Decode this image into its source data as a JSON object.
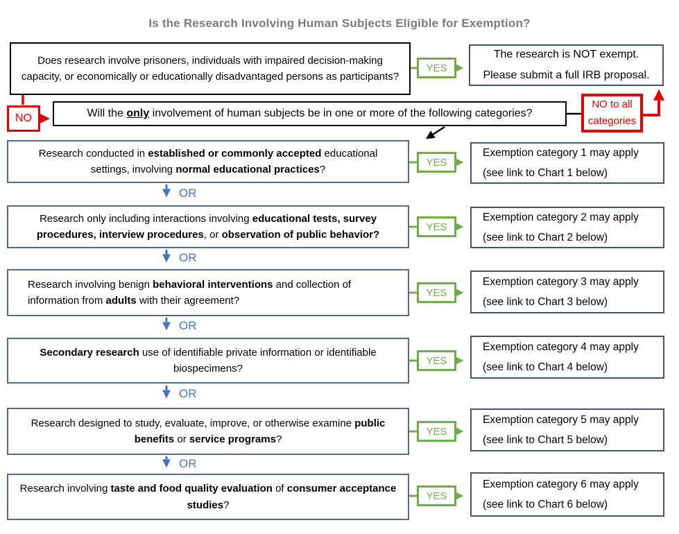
{
  "title": "Is the Research Involving Human Subjects Eligible for Exemption?",
  "labels": {
    "yes": "YES",
    "no": "NO",
    "or": "OR",
    "no_to_all": "NO to all categories"
  },
  "colors": {
    "red": "#e30000",
    "green": "#70ad47",
    "or_blue": "#4472c4",
    "question_border": "#50698c",
    "result_border": "#44546a",
    "title_gray": "#7b7b7b",
    "black": "#000000"
  },
  "top": {
    "screening_question": "Does research involve prisoners, individuals with impaired decision-making capacity, or economically or educationally disadvantaged persons as participants?",
    "not_exempt_line1": "The research is NOT exempt.",
    "not_exempt_line2": "Please submit a full IRB proposal.",
    "only_question": [
      {
        "t": "Will the "
      },
      {
        "t": "only",
        "b": 1,
        "u": 1
      },
      {
        "t": " involvement of human subjects be in one or more of the following categories?"
      }
    ]
  },
  "rows": [
    {
      "question": [
        {
          "t": "Research conducted in "
        },
        {
          "t": "established or commonly accepted",
          "b": 1
        },
        {
          "t": " educational settings, involving "
        },
        {
          "t": "normal educational practices",
          "b": 1
        },
        {
          "t": "?"
        }
      ],
      "result_line1": "Exemption category 1 may apply",
      "result_line2": "(see link to Chart 1 below)"
    },
    {
      "question": [
        {
          "t": "Research only including interactions involving "
        },
        {
          "t": "educational tests, survey procedures, interview procedures",
          "b": 1
        },
        {
          "t": ", or "
        },
        {
          "t": "observation of public behavior?",
          "b": 1
        }
      ],
      "result_line1": "Exemption category 2 may apply",
      "result_line2": "(see link to Chart 2 below)"
    },
    {
      "question": [
        {
          "t": "Research involving benign "
        },
        {
          "t": "behavioral interventions",
          "b": 1
        },
        {
          "t": " and collection of information from "
        },
        {
          "t": "adults",
          "b": 1
        },
        {
          "t": " with their agreement?"
        }
      ],
      "result_line1": "Exemption category 3  may apply",
      "result_line2": "(see link to Chart 3 below)"
    },
    {
      "question": [
        {
          "t": "Secondary research",
          "b": 1
        },
        {
          "t": " use of identifiable private information or identifiable biospecimens?"
        }
      ],
      "result_line1": "Exemption category 4 may apply",
      "result_line2": "(see link to Chart 4 below)"
    },
    {
      "question": [
        {
          "t": "Research designed to study, evaluate, improve, or otherwise examine "
        },
        {
          "t": "public benefits",
          "b": 1
        },
        {
          "t": " or "
        },
        {
          "t": "service programs",
          "b": 1
        },
        {
          "t": "?"
        }
      ],
      "result_line1": "Exemption category 5 may apply",
      "result_line2": "(see link to Chart 5 below)"
    },
    {
      "question": [
        {
          "t": "Research involving "
        },
        {
          "t": "taste and food quality evaluation",
          "b": 1
        },
        {
          "t": " of "
        },
        {
          "t": "consumer acceptance studies",
          "b": 1
        },
        {
          "t": "?"
        }
      ],
      "result_line1": "Exemption category 6 may apply",
      "result_line2": "(see link to Chart 6 below)"
    }
  ]
}
